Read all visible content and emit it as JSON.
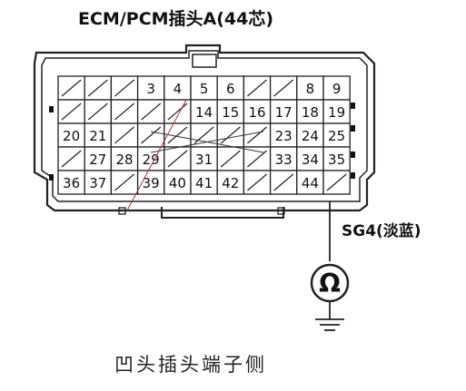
{
  "title": "ECM/PCM插头A(44芯)",
  "wire_label": "SG4(淡蓝)",
  "caption": "凹头插头端子侧",
  "meter_symbol": "Ω",
  "rows": [
    [
      {
        "label": "",
        "empty": true
      },
      {
        "label": "",
        "empty": true
      },
      {
        "label": "",
        "empty": true
      },
      {
        "label": "3"
      },
      {
        "label": "4"
      },
      {
        "label": "5"
      },
      {
        "label": "6"
      },
      {
        "label": "",
        "empty": true
      },
      {
        "label": "",
        "empty": true
      },
      {
        "label": "8"
      },
      {
        "label": "9"
      }
    ],
    [
      {
        "label": "",
        "empty": true
      },
      {
        "label": "",
        "empty": true
      },
      {
        "label": "",
        "empty": true
      },
      {
        "label": "",
        "empty": true
      },
      {
        "label": "",
        "empty": true
      },
      {
        "label": "14"
      },
      {
        "label": "15"
      },
      {
        "label": "16"
      },
      {
        "label": "17"
      },
      {
        "label": "18"
      },
      {
        "label": "19"
      }
    ],
    [
      {
        "label": "20"
      },
      {
        "label": "21"
      },
      {
        "label": "",
        "empty": true
      },
      {
        "label": "",
        "empty": true
      },
      {
        "label": "",
        "empty": true
      },
      {
        "label": "",
        "empty": true
      },
      {
        "label": "",
        "empty": true
      },
      {
        "label": "",
        "empty": true
      },
      {
        "label": "23"
      },
      {
        "label": "24"
      },
      {
        "label": "25"
      }
    ],
    [
      {
        "label": "",
        "empty": true
      },
      {
        "label": "27"
      },
      {
        "label": "28"
      },
      {
        "label": "29"
      },
      {
        "label": "",
        "empty": true
      },
      {
        "label": "31"
      },
      {
        "label": "",
        "empty": true
      },
      {
        "label": "",
        "empty": true
      },
      {
        "label": "33"
      },
      {
        "label": "34"
      },
      {
        "label": "35"
      }
    ],
    [
      {
        "label": "36"
      },
      {
        "label": "37"
      },
      {
        "label": "",
        "empty": true
      },
      {
        "label": "39"
      },
      {
        "label": "40"
      },
      {
        "label": "41"
      },
      {
        "label": "42"
      },
      {
        "label": "",
        "empty": true
      },
      {
        "label": "",
        "empty": true
      },
      {
        "label": "44"
      },
      {
        "label": "",
        "empty": true
      }
    ]
  ]
}
